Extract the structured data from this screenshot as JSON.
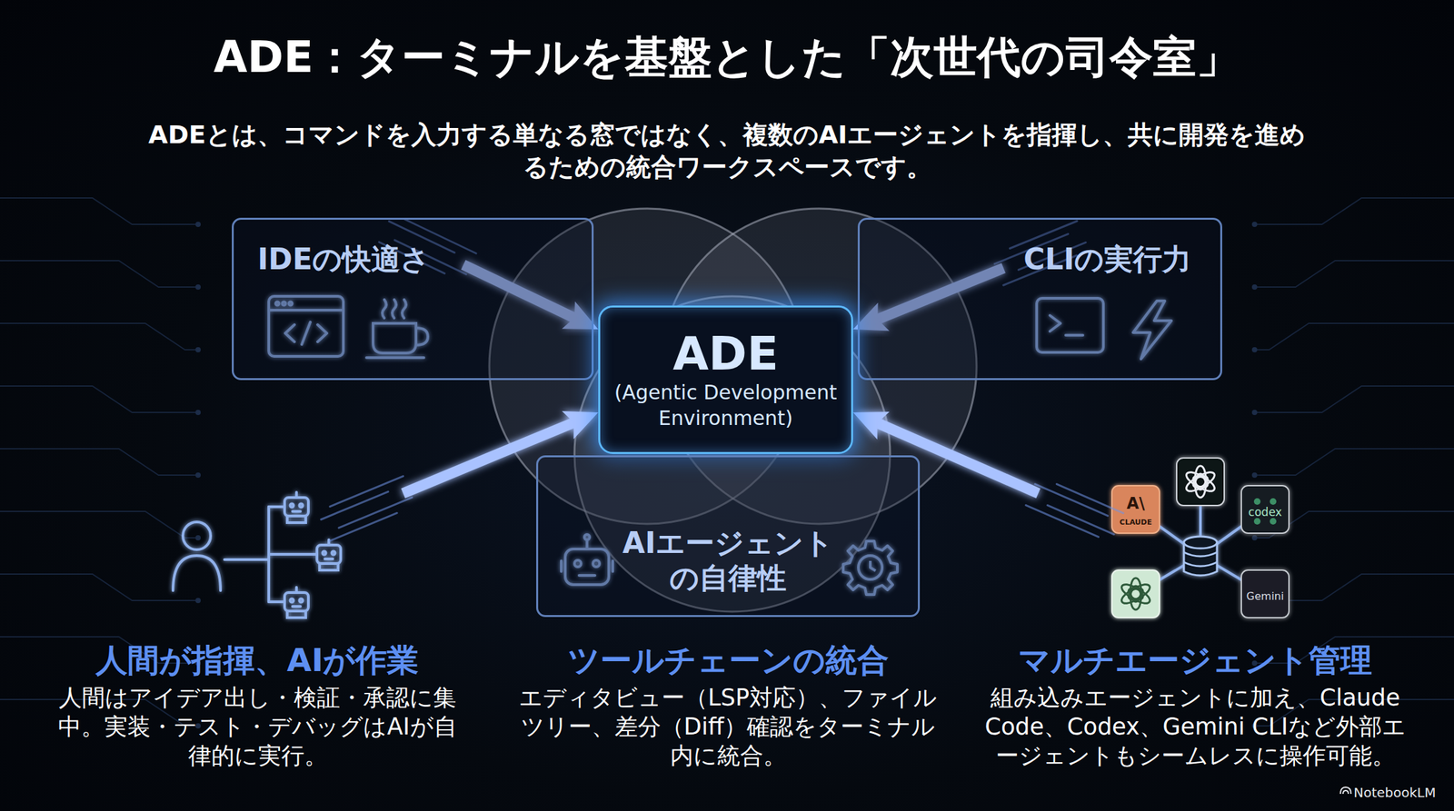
{
  "diagram": {
    "title": "ADE：ターミナルを基盤とした「次世代の司令室」",
    "nodes": [
      {
        "text": [
          "IDEの快適さ"
        ]
      },
      {
        "text": [
          "CLIの実行力"
        ]
      },
      {
        "text": [
          "ADE",
          "(Agentic Development Environment)"
        ]
      },
      {
        "text": [
          "AIエージェントの自律性"
        ]
      },
      {
        "text": [
          "人間が指揮、AIが作業",
          "人間はアイデア出し・検証・承認に集中。実装・テスト・デバッグはAIが自律的に実行。"
        ]
      },
      {
        "text": [
          "ツールチェーンの統合",
          "エディタビュー（LSP対応）、ファイルツリー、差分（Diff）確認をターミナル内に統合。"
        ]
      },
      {
        "text": [
          "マルチエージェント管理",
          "組み込みエージェントに加え、Claude Code、Codex、Gemini CLIなど外部エージェントもシームレスに操作可能。"
        ]
      }
    ],
    "edges": [
      {
        "from": 0,
        "to": 2,
        "arrow": "to"
      },
      {
        "from": 1,
        "to": 2,
        "arrow": "to"
      },
      {
        "from": 4,
        "to": 2,
        "arrow": "to"
      },
      {
        "from": 6,
        "to": 2,
        "arrow": "to"
      }
    ],
    "labels": [
      "ADEとは、コマンドを入力する単なる窓ではなく、複数のAIエージェントを指揮し、共に開発を進めるための統合ワークスペースです。",
      "A\\",
      "CLAUDE",
      "codex",
      "Gemini",
      "NotebookLM"
    ]
  }
}
